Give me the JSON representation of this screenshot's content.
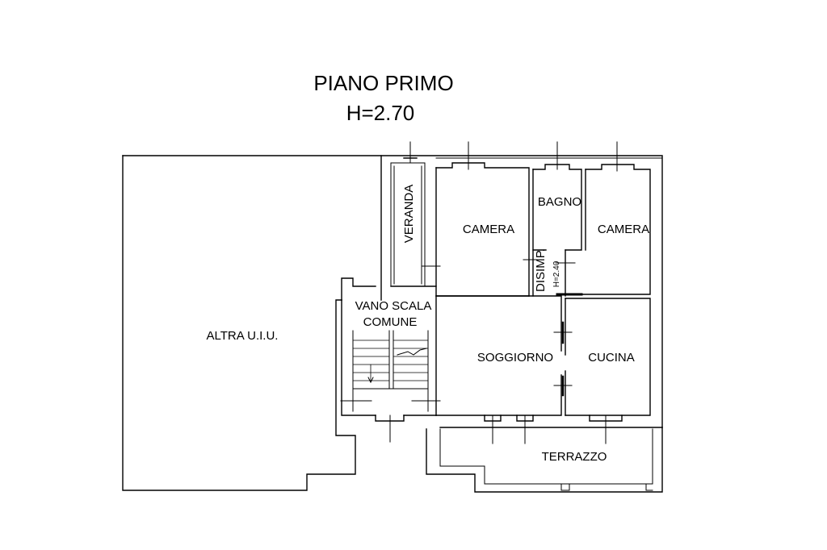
{
  "title": {
    "floor": "PIANO PRIMO",
    "height": "H=2.70"
  },
  "rooms": {
    "altra_uiu": "ALTRA U.I.U.",
    "veranda": "VERANDA",
    "camera_left": "CAMERA",
    "bagno": "BAGNO",
    "camera_right": "CAMERA",
    "disimpegno": "DISIMP.",
    "disimpegno_height": "H=2.40",
    "vano_scala_1": "VANO SCALA",
    "vano_scala_2": "COMUNE",
    "soggiorno": "SOGGIORNO",
    "cucina": "CUCINA",
    "terrazzo": "TERRAZZO"
  },
  "colors": {
    "lines": "#000000",
    "background": "#ffffff"
  }
}
